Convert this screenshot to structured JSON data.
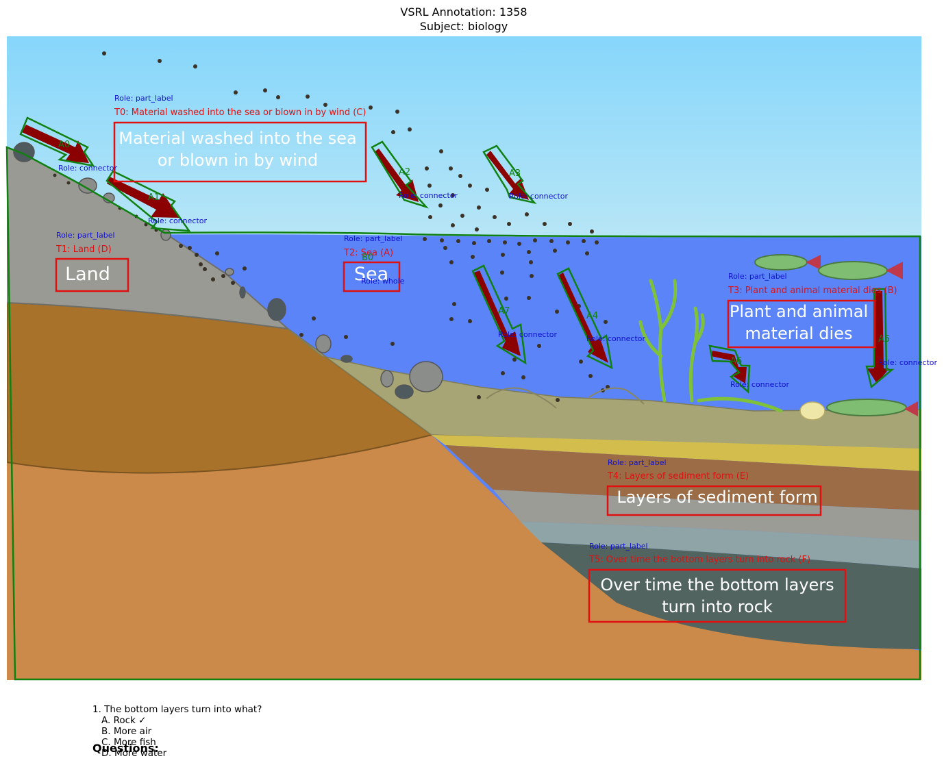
{
  "header": {
    "title": "VSRL Annotation: 1358",
    "subtitle": "Subject: biology"
  },
  "diagram_text": {
    "material": [
      "Material washed into the sea",
      "or blown in by wind"
    ],
    "land": "Land",
    "sea": "Sea",
    "plant": [
      "Plant and animal",
      "material dies"
    ],
    "layers": "Layers of sediment form",
    "rock": [
      "Over time the bottom layers",
      "turn into rock"
    ]
  },
  "annotations": {
    "t0": {
      "role": "Role: part_label",
      "text": "T0: Material washed into the sea or blown in by wind (C)"
    },
    "t1": {
      "role": "Role: part_label",
      "text": "T1: Land (D)"
    },
    "t2": {
      "role": "Role: part_label",
      "text": "T2: Sea (A)"
    },
    "t3": {
      "role": "Role: part_label",
      "text": "T3: Plant and animal material dies (B)"
    },
    "t4": {
      "role": "Role: part_label",
      "text": "T4: Layers of sediment form (E)"
    },
    "t5": {
      "role": "Role: part_label",
      "text": "T5: Over time the bottom layers turn into rock (F)"
    },
    "b0": {
      "id": "B0",
      "role": "Role: whole"
    },
    "a0": {
      "id": "A0",
      "role": "Role: connector"
    },
    "a1": {
      "id": "A1",
      "role": "Role: connector"
    },
    "a2": {
      "id": "A2",
      "role": "Role: connector"
    },
    "a3": {
      "id": "A3",
      "role": "Role: connector"
    },
    "a4": {
      "id": "A4",
      "role": "Role: connector"
    },
    "a5": {
      "id": "A5",
      "role": "Role: connector"
    },
    "a6": {
      "id": "A6",
      "role": "Role: connector"
    },
    "a7": {
      "id": "A7",
      "role": "Role: connector"
    }
  },
  "questions": {
    "heading": "Questions:",
    "q1": "1. The bottom layers turn into what?",
    "options": [
      "A. Rock ✓",
      "B. More air",
      "C. More fish",
      "D. More water"
    ]
  },
  "colors": {
    "sky": "#87d8f8",
    "sea": "#5a84f8",
    "label_box": "#e01010",
    "annotation_text": "#e01010",
    "role_text": "#1010d0",
    "outline": "#108010",
    "arrow_fill": "#8b0000"
  }
}
